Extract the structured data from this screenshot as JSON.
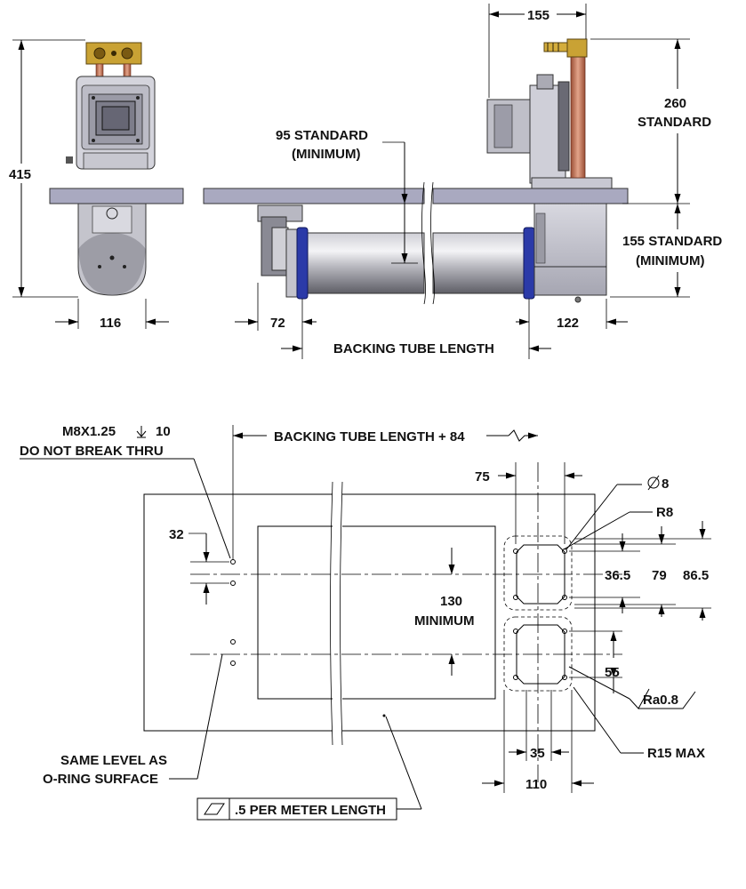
{
  "top_view": {
    "dim_415": "415",
    "dim_116": "116",
    "dim_72": "72",
    "dim_122": "122",
    "dim_155": "155",
    "dim_260_value": "260",
    "dim_260_label": "STANDARD",
    "dim_95_line1": "95 STANDARD",
    "dim_95_line2": "(MINIMUM)",
    "dim_155std_line1": "155 STANDARD",
    "dim_155std_line2": "(MINIMUM)",
    "backing_tube_length": "BACKING TUBE LENGTH"
  },
  "bottom_view": {
    "thread_line1": "M8X1.25",
    "thread_depth": "10",
    "thread_line2": "DO NOT BREAK THRU",
    "length_label": "BACKING TUBE LENGTH + 84",
    "dim_32": "32",
    "dim_75": "75",
    "dia_8": "8",
    "r8": "R8",
    "dim_36_5": "36.5",
    "dim_79": "79",
    "dim_86_5": "86.5",
    "min_130_value": "130",
    "min_130_label": "MINIMUM",
    "dim_55": "55",
    "ra": "Ra0.8",
    "r15": "R15 MAX",
    "dim_35": "35",
    "dim_110": "110",
    "same_level_line1": "SAME LEVEL AS",
    "same_level_line2": "O-RING SURFACE",
    "flatness": ".5 PER METER LENGTH"
  },
  "colors": {
    "plate": "#a9a9c0",
    "tube_light": "#e8e8ec",
    "tube_dark": "#6e6e76",
    "blue_ring": "#2b3aa8",
    "brass": "#c8a132",
    "copper": "#c7785a"
  }
}
